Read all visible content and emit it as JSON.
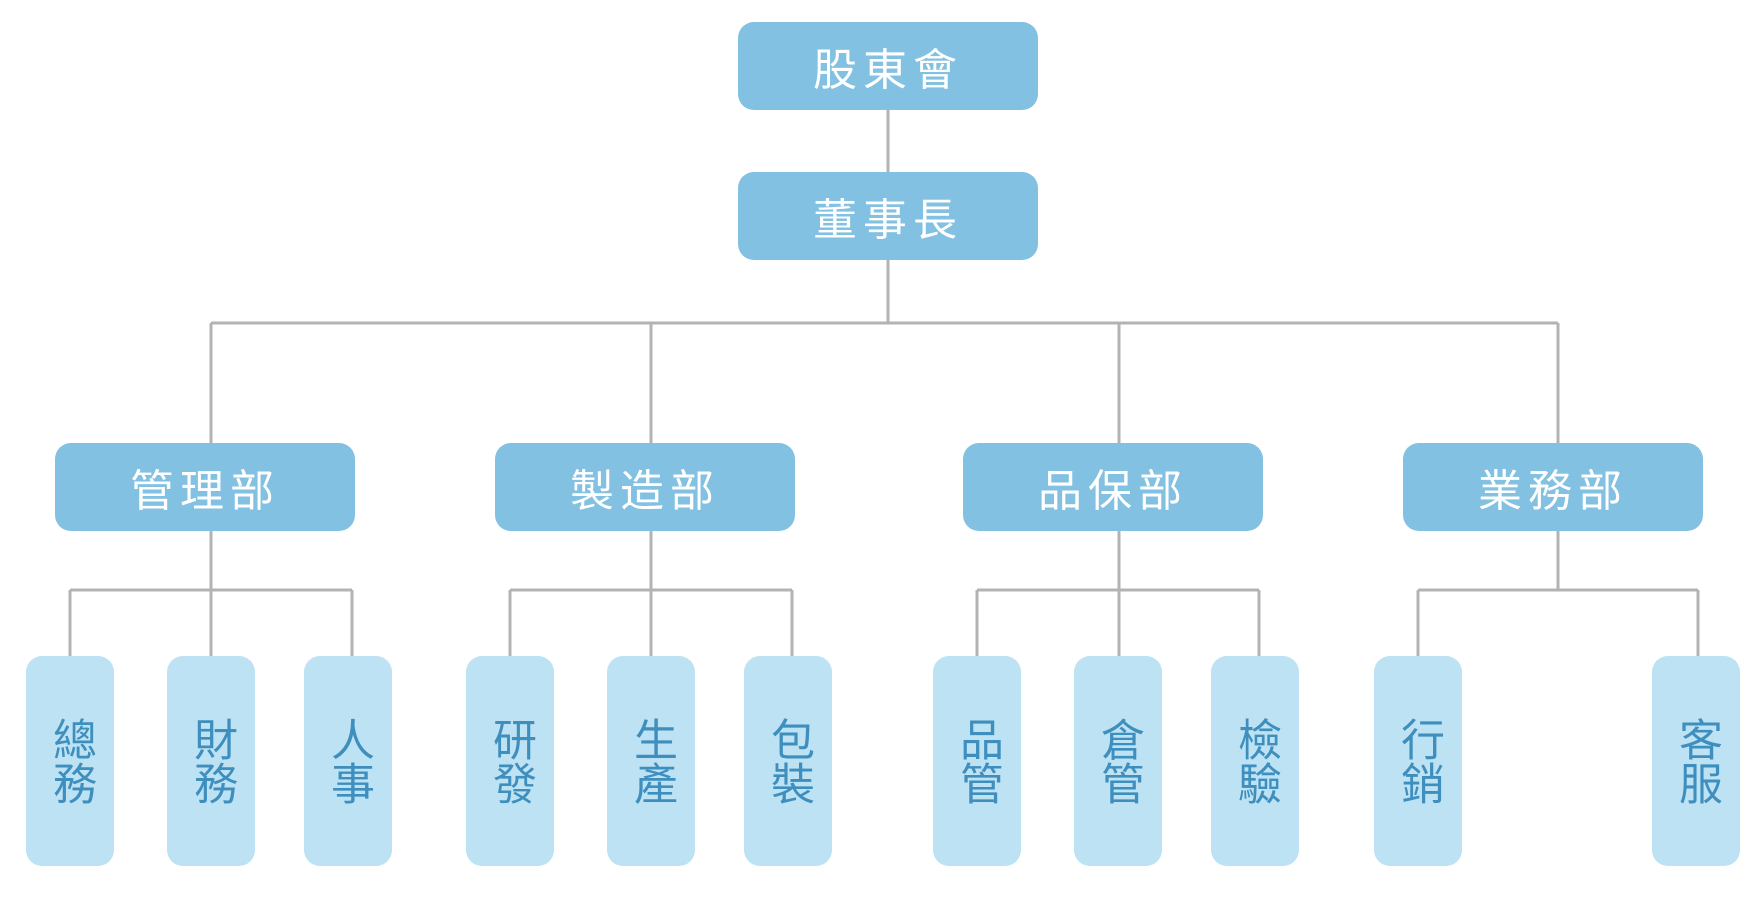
{
  "colors": {
    "top_fill": "#82c1e2",
    "dept_fill": "#82c1e2",
    "unit_fill": "#bde2f4",
    "unit_text": "#3f8fbe",
    "top_text": "#ffffff",
    "line": "#b3b3b3"
  },
  "org": {
    "shareholders": "股東會",
    "chairman": "董事長",
    "departments": [
      {
        "name": "管理部",
        "units": [
          "總務",
          "財務",
          "人事"
        ]
      },
      {
        "name": "製造部",
        "units": [
          "研發",
          "生產",
          "包裝"
        ]
      },
      {
        "name": "品保部",
        "units": [
          "品管",
          "倉管",
          "檢驗"
        ]
      },
      {
        "name": "業務部",
        "units": [
          "行銷",
          "客服"
        ]
      }
    ]
  }
}
